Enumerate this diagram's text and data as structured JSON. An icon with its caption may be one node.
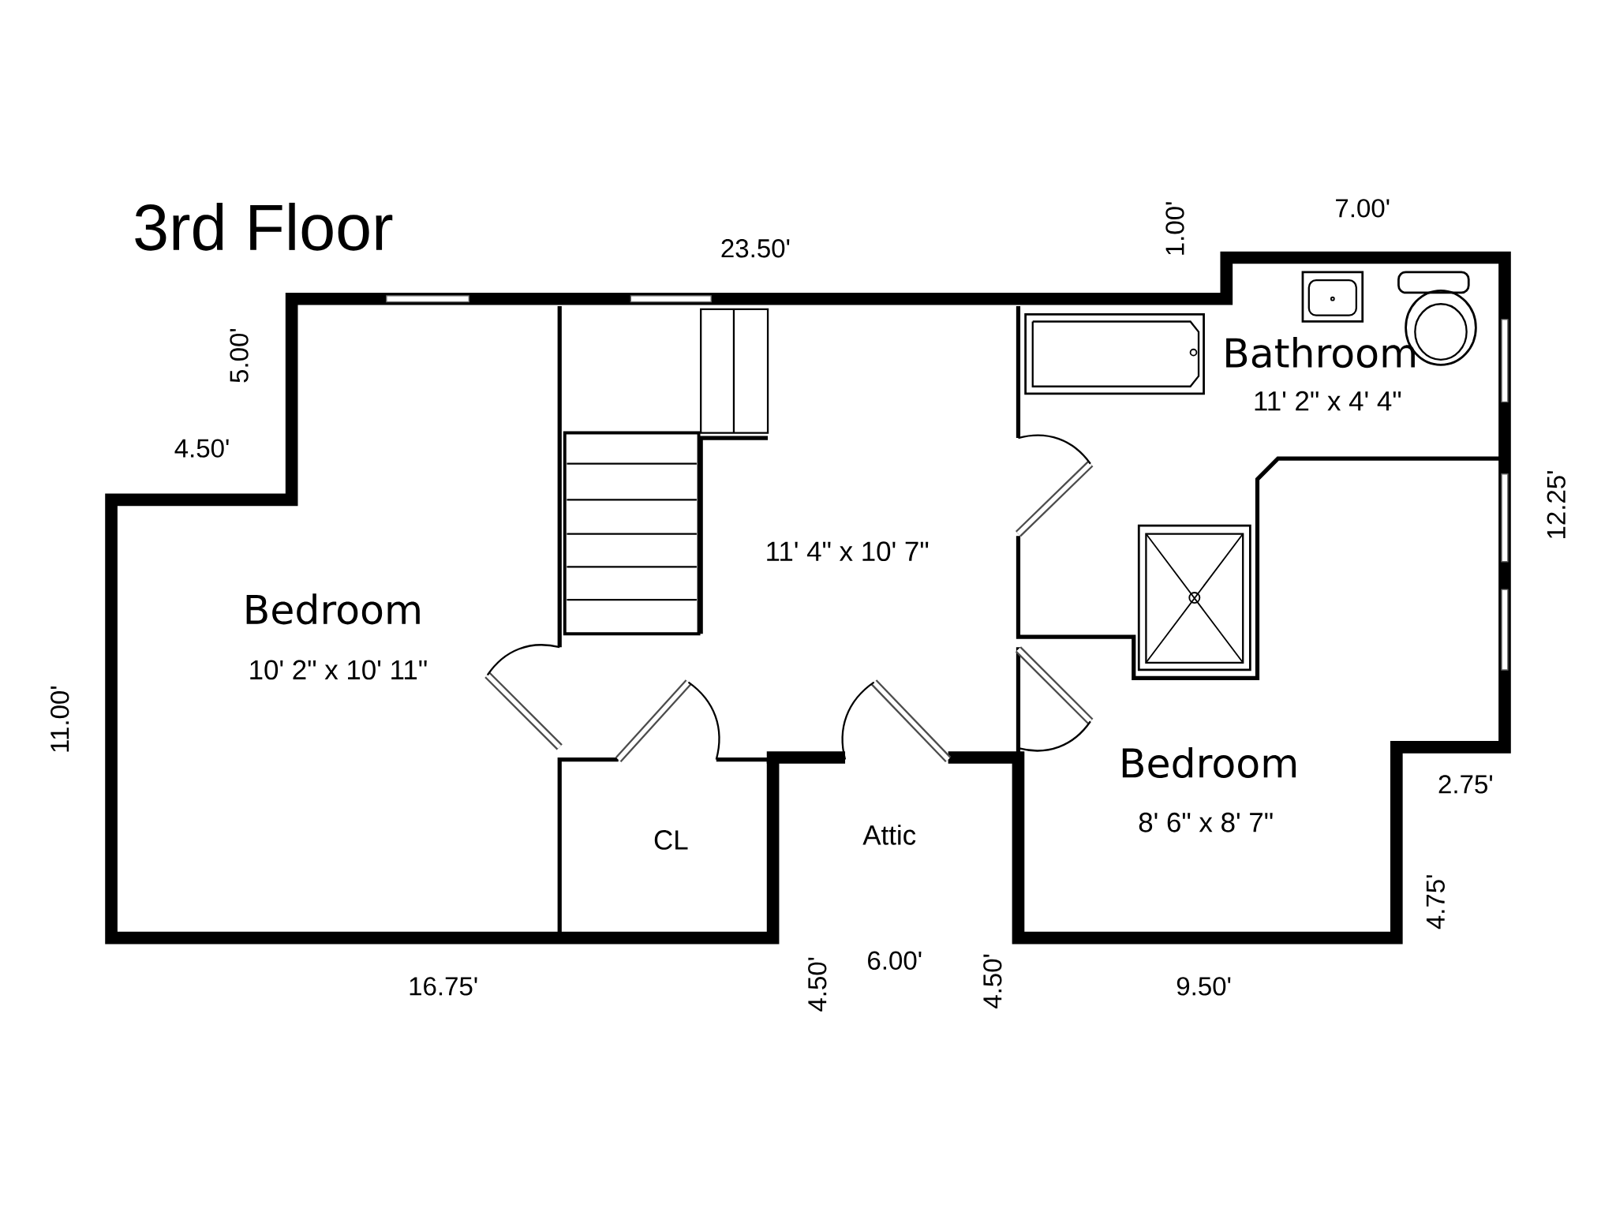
{
  "diagram": {
    "title": "3rd Floor",
    "labels": [
      "7.00'",
      "1.00'",
      "23.50'",
      "5.00'",
      "Bathroom",
      "11' 2\" x 4' 4\"",
      "4.50'",
      "12.25'",
      "11' 4\" x 10' 7\"",
      "Bedroom",
      "10' 2\" x 10' 11\"",
      "11.00'",
      "Bedroom",
      "2.75'",
      "8' 6\" x 8' 7\"",
      "Attic",
      "CL",
      "4.75'",
      "6.00'",
      "4.50'",
      "4.50'",
      "16.75'",
      "9.50'"
    ]
  }
}
